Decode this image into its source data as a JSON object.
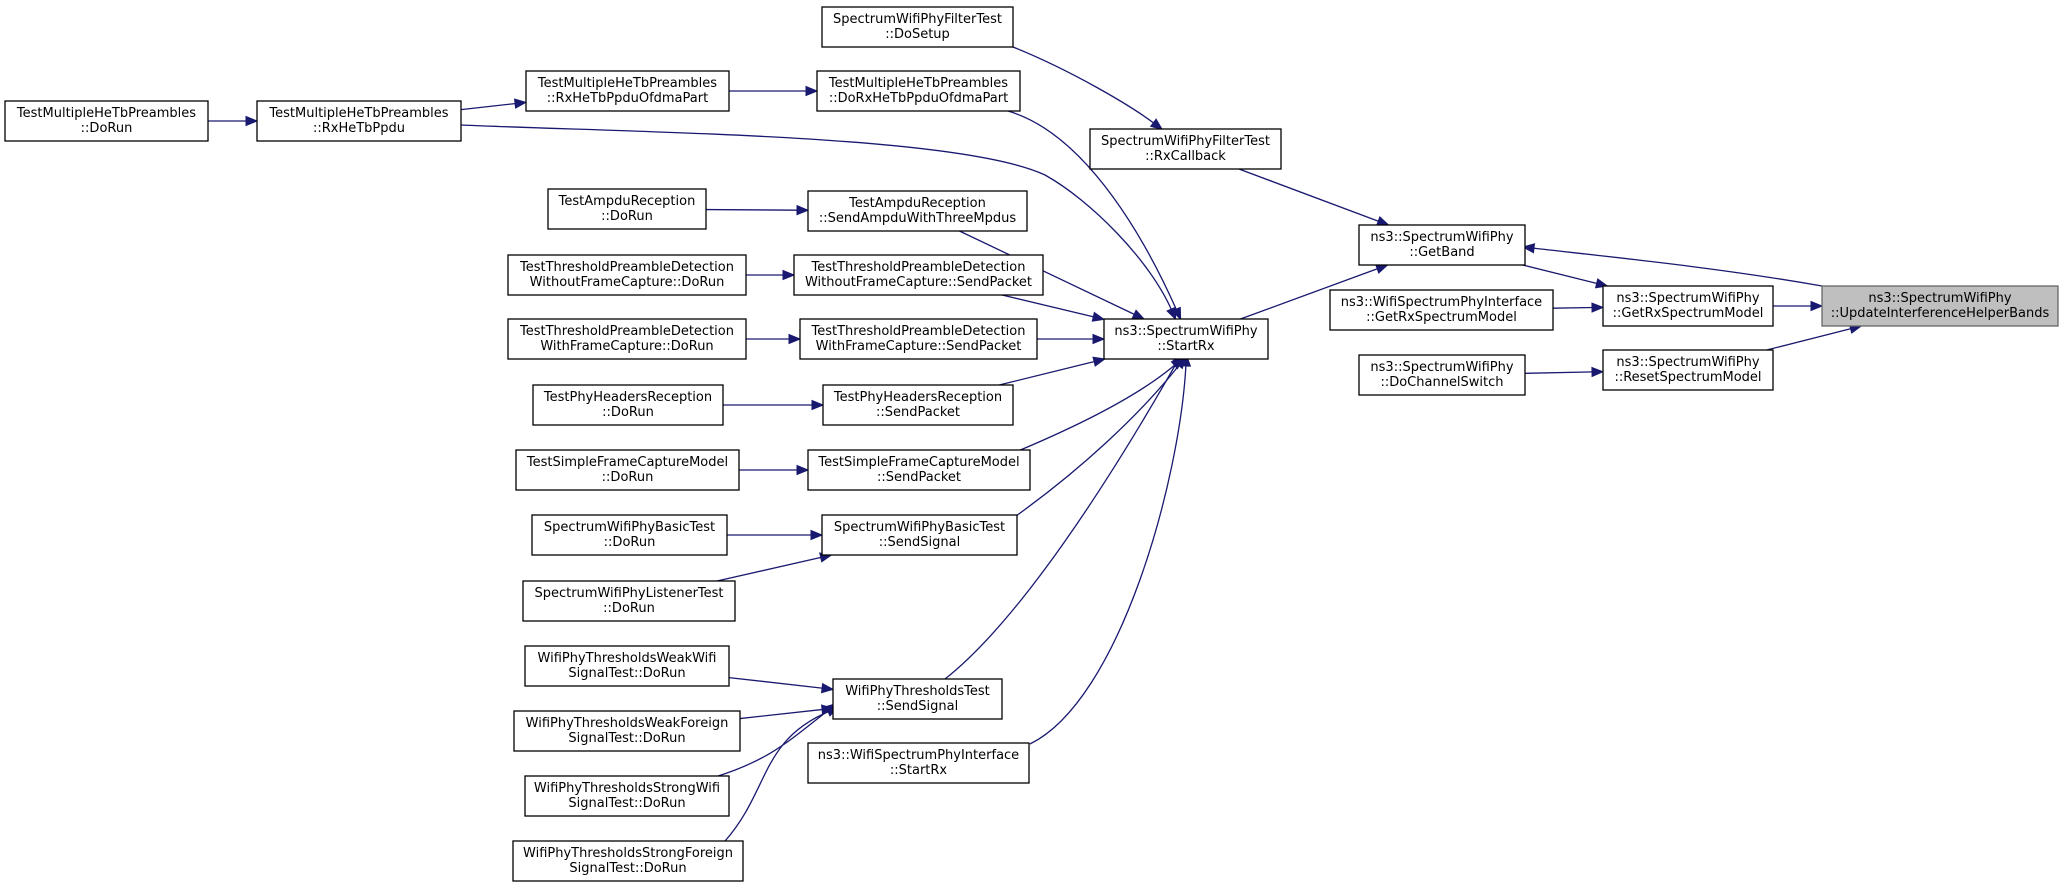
{
  "diagram": {
    "title": "",
    "colors": {
      "edge": "#191970",
      "node_border": "#000000",
      "node_fill": "#ffffff",
      "highlight_fill": "#bfbfbf",
      "highlight_border": "#666666"
    },
    "nodes": [
      {
        "id": "update",
        "lines": [
          "ns3::SpectrumWifiPhy",
          "::UpdateInterferenceHelperBands"
        ],
        "highlight": true
      },
      {
        "id": "getband",
        "lines": [
          "ns3::SpectrumWifiPhy",
          "::GetBand"
        ]
      },
      {
        "id": "getrxsm",
        "lines": [
          "ns3::SpectrumWifiPhy",
          "::GetRxSpectrumModel"
        ]
      },
      {
        "id": "resetsm",
        "lines": [
          "ns3::SpectrumWifiPhy",
          "::ResetSpectrumModel"
        ]
      },
      {
        "id": "wspi_getrxsm",
        "lines": [
          "ns3::WifiSpectrumPhyInterface",
          "::GetRxSpectrumModel"
        ]
      },
      {
        "id": "dochsw",
        "lines": [
          "ns3::SpectrumWifiPhy",
          "::DoChannelSwitch"
        ]
      },
      {
        "id": "swpft_rxcb",
        "lines": [
          "SpectrumWifiPhyFilterTest",
          "::RxCallback"
        ]
      },
      {
        "id": "swpft_dosetup",
        "lines": [
          "SpectrumWifiPhyFilterTest",
          "::DoSetup"
        ]
      },
      {
        "id": "startrx",
        "lines": [
          "ns3::SpectrumWifiPhy",
          "::StartRx"
        ]
      },
      {
        "id": "tmhe_dorxofdma",
        "lines": [
          "TestMultipleHeTbPreambles",
          "::DoRxHeTbPpduOfdmaPart"
        ]
      },
      {
        "id": "tmhe_rxofdma",
        "lines": [
          "TestMultipleHeTbPreambles",
          "::RxHeTbPpduOfdmaPart"
        ]
      },
      {
        "id": "tmhe_rxhetb",
        "lines": [
          "TestMultipleHeTbPreambles",
          "::RxHeTbPpdu"
        ]
      },
      {
        "id": "tmhe_dorun",
        "lines": [
          "TestMultipleHeTbPreambles",
          "::DoRun"
        ]
      },
      {
        "id": "tar_send",
        "lines": [
          "TestAmpduReception",
          "::SendAmpduWithThreeMpdus"
        ]
      },
      {
        "id": "tar_dorun",
        "lines": [
          "TestAmpduReception",
          "::DoRun"
        ]
      },
      {
        "id": "ttpd_wo_send",
        "lines": [
          "TestThresholdPreambleDetection",
          "WithoutFrameCapture::SendPacket"
        ]
      },
      {
        "id": "ttpd_wo_dorun",
        "lines": [
          "TestThresholdPreambleDetection",
          "WithoutFrameCapture::DoRun"
        ]
      },
      {
        "id": "ttpd_w_send",
        "lines": [
          "TestThresholdPreambleDetection",
          "WithFrameCapture::SendPacket"
        ]
      },
      {
        "id": "ttpd_w_dorun",
        "lines": [
          "TestThresholdPreambleDetection",
          "WithFrameCapture::DoRun"
        ]
      },
      {
        "id": "tphr_send",
        "lines": [
          "TestPhyHeadersReception",
          "::SendPacket"
        ]
      },
      {
        "id": "tphr_dorun",
        "lines": [
          "TestPhyHeadersReception",
          "::DoRun"
        ]
      },
      {
        "id": "tsfcm_send",
        "lines": [
          "TestSimpleFrameCaptureModel",
          "::SendPacket"
        ]
      },
      {
        "id": "tsfcm_dorun",
        "lines": [
          "TestSimpleFrameCaptureModel",
          "::DoRun"
        ]
      },
      {
        "id": "swpbt_send",
        "lines": [
          "SpectrumWifiPhyBasicTest",
          "::SendSignal"
        ]
      },
      {
        "id": "swpbt_dorun",
        "lines": [
          "SpectrumWifiPhyBasicTest",
          "::DoRun"
        ]
      },
      {
        "id": "swplt_dorun",
        "lines": [
          "SpectrumWifiPhyListenerTest",
          "::DoRun"
        ]
      },
      {
        "id": "wptt_send",
        "lines": [
          "WifiPhyThresholdsTest",
          "::SendSignal"
        ]
      },
      {
        "id": "wspi_startrx",
        "lines": [
          "ns3::WifiSpectrumPhyInterface",
          "::StartRx"
        ]
      },
      {
        "id": "wpt_ww",
        "lines": [
          "WifiPhyThresholdsWeakWifi",
          "SignalTest::DoRun"
        ]
      },
      {
        "id": "wpt_wf",
        "lines": [
          "WifiPhyThresholdsWeakForeign",
          "SignalTest::DoRun"
        ]
      },
      {
        "id": "wpt_sw",
        "lines": [
          "WifiPhyThresholdsStrongWifi",
          "SignalTest::DoRun"
        ]
      },
      {
        "id": "wpt_sf",
        "lines": [
          "WifiPhyThresholdsStrongForeign",
          "SignalTest::DoRun"
        ]
      }
    ],
    "edges": [
      {
        "from": "update",
        "to": "getband"
      },
      {
        "from": "getrxsm",
        "to": "update"
      },
      {
        "from": "resetsm",
        "to": "update"
      },
      {
        "from": "getband",
        "to": "getrxsm"
      },
      {
        "from": "wspi_getrxsm",
        "to": "getrxsm"
      },
      {
        "from": "dochsw",
        "to": "resetsm"
      },
      {
        "from": "swpft_rxcb",
        "to": "getband"
      },
      {
        "from": "startrx",
        "to": "getband"
      },
      {
        "from": "swpft_dosetup",
        "to": "swpft_rxcb"
      },
      {
        "from": "tmhe_dorxofdma",
        "to": "startrx"
      },
      {
        "from": "tmhe_rxhetb",
        "to": "startrx"
      },
      {
        "from": "tar_send",
        "to": "startrx"
      },
      {
        "from": "ttpd_wo_send",
        "to": "startrx"
      },
      {
        "from": "ttpd_w_send",
        "to": "startrx"
      },
      {
        "from": "tphr_send",
        "to": "startrx"
      },
      {
        "from": "tsfcm_send",
        "to": "startrx"
      },
      {
        "from": "swpbt_send",
        "to": "startrx"
      },
      {
        "from": "wptt_send",
        "to": "startrx"
      },
      {
        "from": "wspi_startrx",
        "to": "startrx"
      },
      {
        "from": "tmhe_rxofdma",
        "to": "tmhe_dorxofdma"
      },
      {
        "from": "tmhe_rxhetb",
        "to": "tmhe_rxofdma"
      },
      {
        "from": "tmhe_dorun",
        "to": "tmhe_rxhetb"
      },
      {
        "from": "tar_dorun",
        "to": "tar_send"
      },
      {
        "from": "ttpd_wo_dorun",
        "to": "ttpd_wo_send"
      },
      {
        "from": "ttpd_w_dorun",
        "to": "ttpd_w_send"
      },
      {
        "from": "tphr_dorun",
        "to": "tphr_send"
      },
      {
        "from": "tsfcm_dorun",
        "to": "tsfcm_send"
      },
      {
        "from": "swpbt_dorun",
        "to": "swpbt_send"
      },
      {
        "from": "swplt_dorun",
        "to": "swpbt_send"
      },
      {
        "from": "wpt_ww",
        "to": "wptt_send"
      },
      {
        "from": "wpt_wf",
        "to": "wptt_send"
      },
      {
        "from": "wpt_sw",
        "to": "wptt_send"
      },
      {
        "from": "wpt_sf",
        "to": "wptt_send"
      }
    ]
  }
}
